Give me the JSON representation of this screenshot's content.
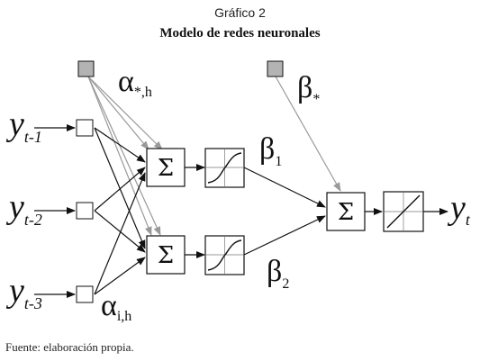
{
  "figure": {
    "title": "Gráfico 2",
    "subtitle": "Modelo de redes neuronales",
    "source": "Fuente: elaboración propia."
  },
  "inputs": [
    {
      "base": "y",
      "sub": "t-1"
    },
    {
      "base": "y",
      "sub": "t-2"
    },
    {
      "base": "y",
      "sub": "t-3"
    }
  ],
  "output": {
    "base": "y",
    "sub": "t"
  },
  "hidden_sum_symbol": "Σ",
  "weights": {
    "alpha_bias": {
      "base": "α",
      "sub": "*,h"
    },
    "alpha_input": {
      "base": "α",
      "sub": "i,h"
    },
    "beta_bias": {
      "base": "β",
      "sub": "*"
    },
    "beta_1": {
      "base": "β",
      "sub": "1"
    },
    "beta_2": {
      "base": "β",
      "sub": "2"
    }
  },
  "colors": {
    "line": "#111111",
    "bias_line": "#999999",
    "bias_node": "#b3b3b3"
  }
}
